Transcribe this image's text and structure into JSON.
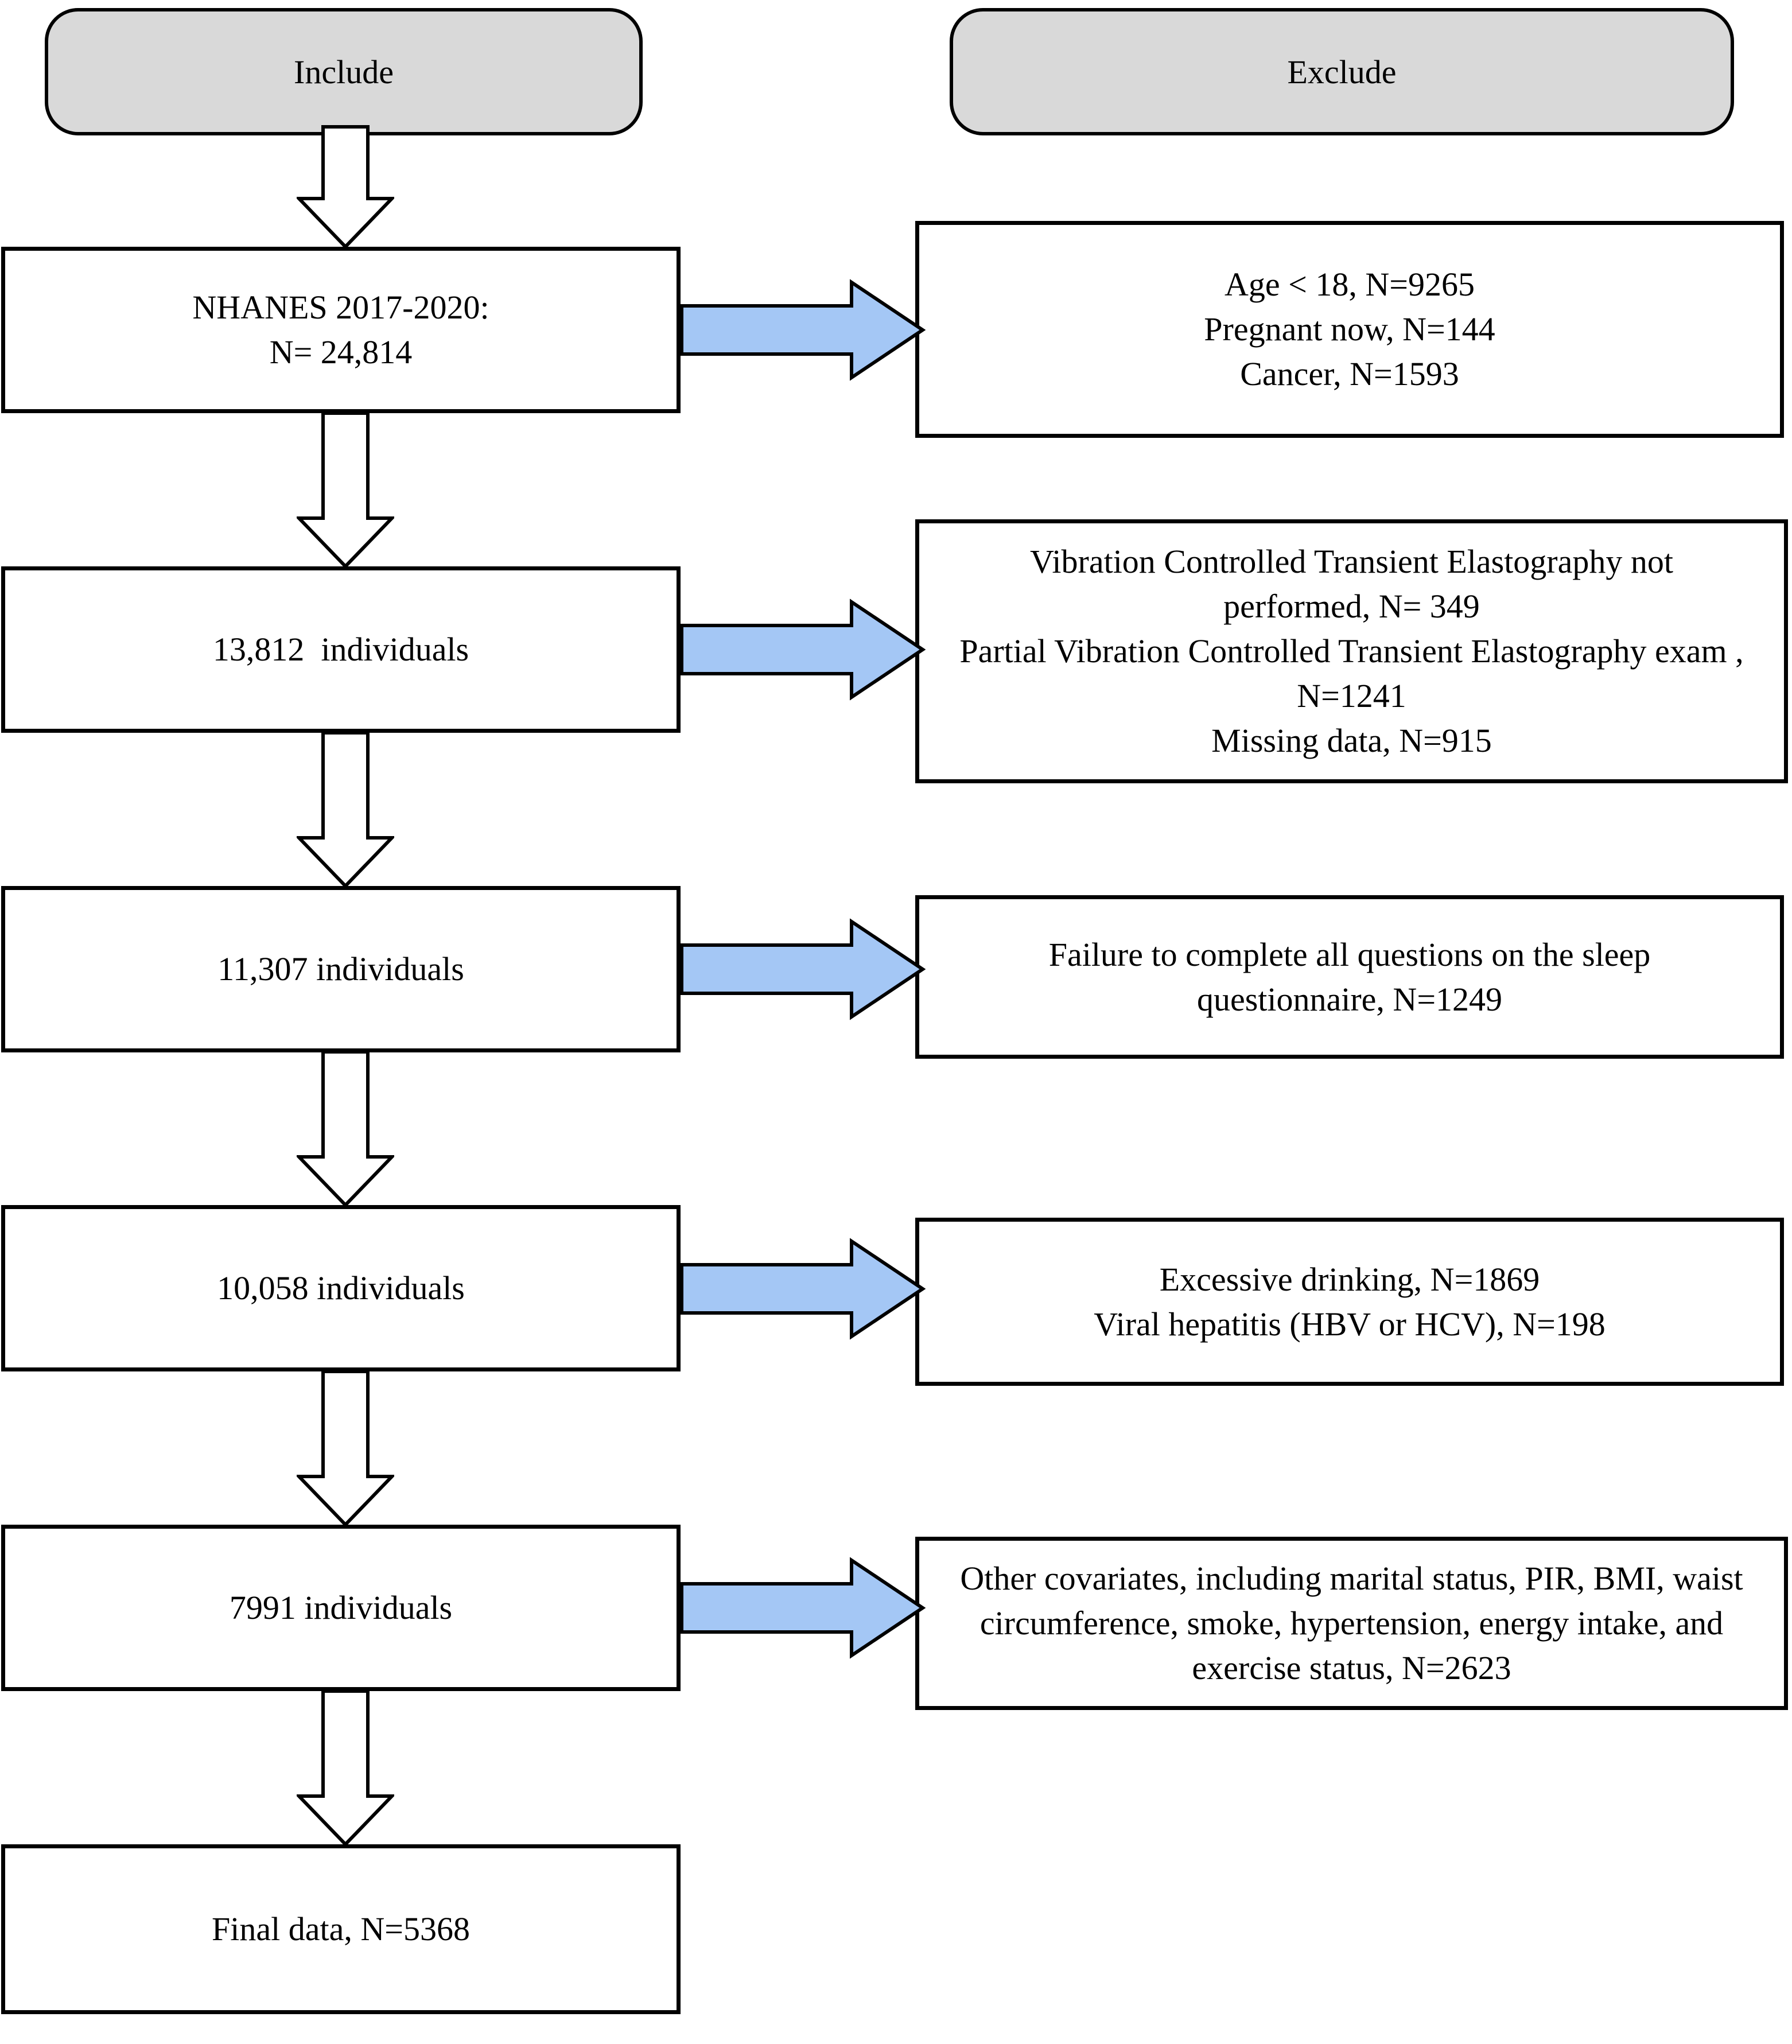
{
  "columns": {
    "include_label": "Include",
    "exclude_label": "Exclude"
  },
  "include_flow": [
    {
      "lines": [
        "NHANES 2017-2020:",
        "N= 24,814"
      ]
    },
    {
      "lines": [
        "13,812  individuals"
      ]
    },
    {
      "lines": [
        "11,307 individuals"
      ]
    },
    {
      "lines": [
        "10,058 individuals"
      ]
    },
    {
      "lines": [
        "7991 individuals"
      ]
    },
    {
      "lines": [
        "Final data, N=5368"
      ]
    }
  ],
  "exclusions": [
    {
      "lines": [
        "Age < 18, N=9265",
        "Pregnant now, N=144",
        "Cancer, N=1593"
      ]
    },
    {
      "lines": [
        "Vibration Controlled Transient Elastography not",
        "performed, N= 349",
        "Partial Vibration Controlled Transient Elastography exam ,",
        "N=1241",
        "Missing data, N=915"
      ]
    },
    {
      "lines": [
        "Failure to complete all questions on the sleep",
        "questionnaire, N=1249"
      ]
    },
    {
      "lines": [
        "Excessive drinking, N=1869",
        "Viral hepatitis (HBV or HCV), N=198"
      ]
    },
    {
      "lines": [
        "Other covariates, including marital status, PIR, BMI, waist",
        "circumference, smoke, hypertension, energy intake, and",
        "exercise status, N=2623"
      ]
    }
  ],
  "colors": {
    "pill_fill": "#d9d9d9",
    "box_fill": "#ffffff",
    "blue_arrow_fill": "#a4c7f5",
    "line_color": "#000000"
  }
}
